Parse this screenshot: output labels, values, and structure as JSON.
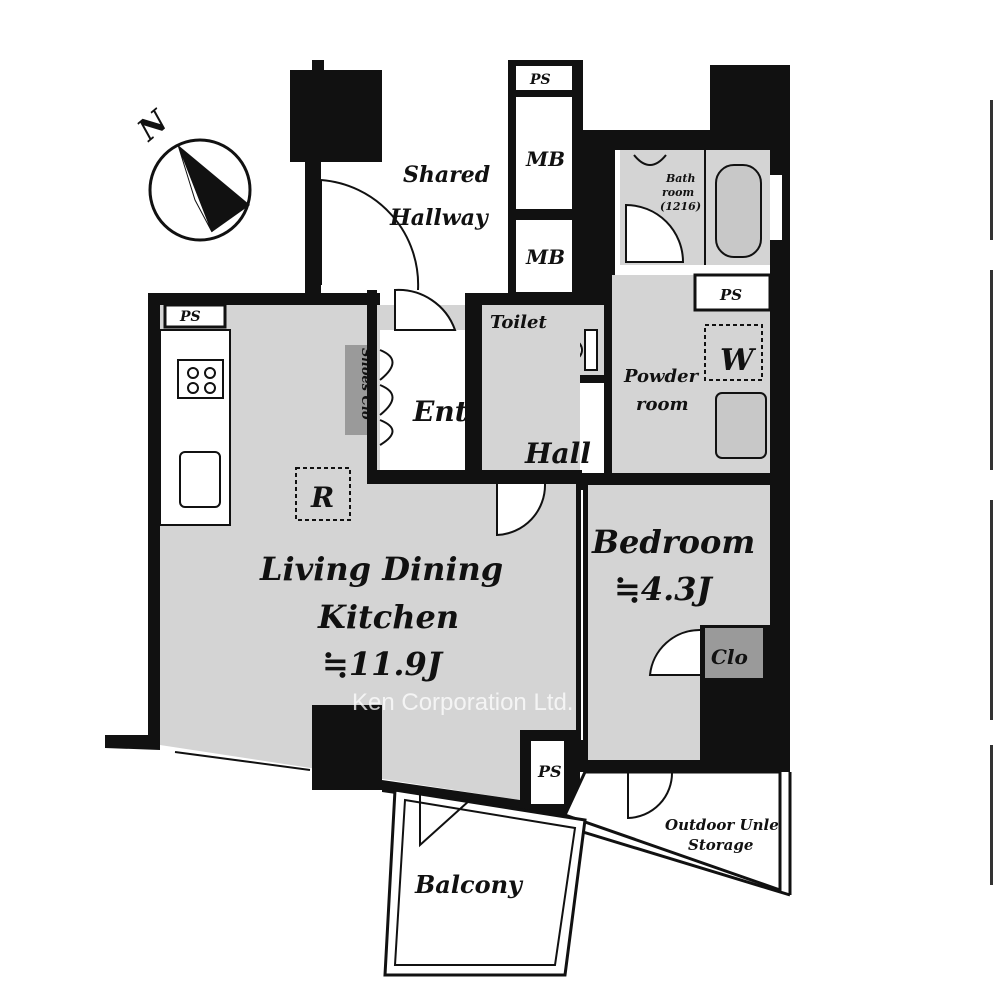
{
  "colors": {
    "wall": "#111111",
    "room": "#d4d4d4",
    "floor": "#ffffff",
    "closet": "#9a9a9a"
  },
  "compass": {
    "label": "N"
  },
  "rooms": {
    "shared_hallway_1": "Shared",
    "shared_hallway_2": "Hallway",
    "ps_top": "PS",
    "mb_1": "MB",
    "mb_2": "MB",
    "bath_1": "Bath",
    "bath_2": "room",
    "bath_3": "(1216)",
    "ps_right": "PS",
    "ps_left": "PS",
    "toilet": "Toilet",
    "washer": "W",
    "powder_1": "Powder",
    "powder_2": "room",
    "shoes_clo": "Shoes Clo",
    "ent": "Ent",
    "hall": "Hall",
    "fridge": "R",
    "ldk_1": "Living Dining",
    "ldk_2": "Kitchen",
    "ldk_size": "≒11.9J",
    "bedroom": "Bedroom",
    "bedroom_size": "≒4.3J",
    "clo": "Clo",
    "ps_bottom": "PS",
    "storage_1": "Outdoor Unle",
    "storage_2": "Storage",
    "balcony": "Balcony"
  },
  "watermark": "Ken Corporation Ltd."
}
